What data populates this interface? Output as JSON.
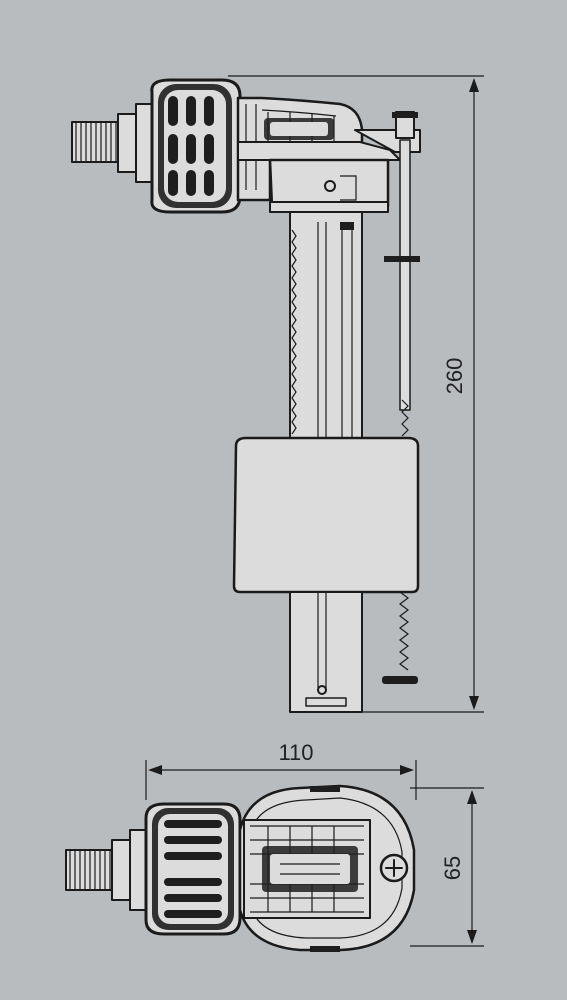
{
  "dimensions": {
    "height_label": "260",
    "width_label": "110",
    "depth_label": "65"
  },
  "colors": {
    "background": "#b9bcbf",
    "outline": "#1b1b1b",
    "part_fill": "#dcdcdc"
  }
}
